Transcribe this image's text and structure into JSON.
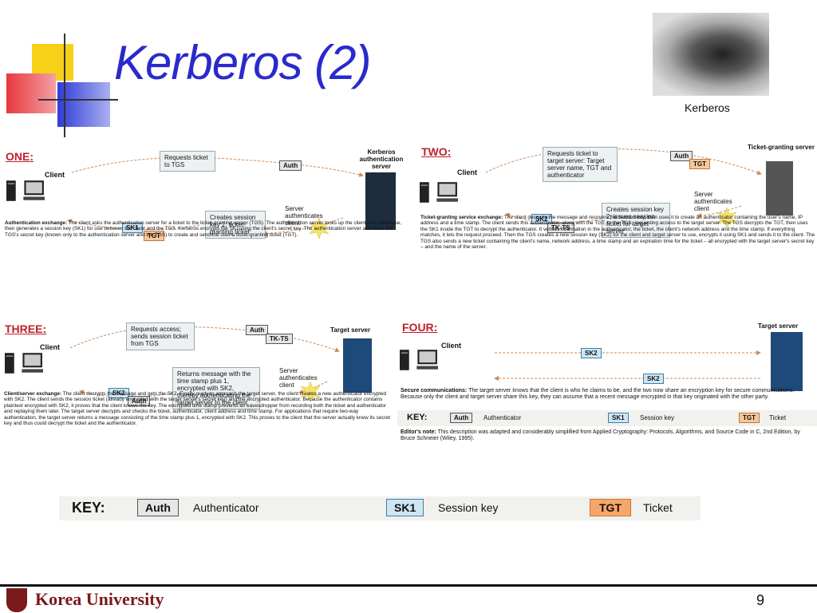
{
  "slide": {
    "title": "Kerberos (2)",
    "image_caption": "Kerberos",
    "footer": "Korea University",
    "page_number": "9"
  },
  "one": {
    "heading": "ONE:",
    "client": "Client",
    "request_note": "Requests ticket to TGS",
    "server_label": "Kerberos authentication server",
    "auth": "Auth",
    "server_auth": "Server authenticates client",
    "create_note": "Creates session key 1, ticket-granting ticket",
    "sk1": "SK1",
    "tgt": "TGT",
    "desc_title": "Authentication exchange:",
    "desc": "The client asks the authentication server for a ticket to the ticket-granting server (TGS). The authentication server looks up the client in its database, then generates a session key (SK1) for use between the client and the TGS. Kerberos encrypts the SK1using the client's secret key. The authentication server also uses the TGS's secret key (known only to the authentication server and the TGS) to create and send the user a ticket-granting ticket (TGT)."
  },
  "two": {
    "heading": "TWO:",
    "client": "Client",
    "request_note": "Requests ticket to target server: Target server name, TGT and authenticator",
    "server_label": "Ticket-granting server",
    "auth": "Auth",
    "tgt": "TGT",
    "server_auth": "Server authenticates client",
    "create_note": "Creates session key 2; issues session ticket for target server",
    "sk2": "SK2",
    "tkts": "TK-TS",
    "desc_title": "Ticket-granting service exchange:",
    "desc": "The client decrypts the message and recovers the session key, then uses it to create an authenticator containing the user's name, IP address and a time stamp. The client sends this authenticator, along with the TGT, to the TGS, requesting access to the target server. The TGS decrypts the TGT, then uses the SK1 inside the TGT to decrypt the authenticator. It verifies information in the authenticator, the ticket, the client's network address and the time stamp. If everything matches, it lets the request proceed. Then the TGS creates a new session key (SK2) for the client and target server to use, encrypts it using SK1 and sends it to the client. The TGS also sends a new ticket containing the client's name, network address, a time stamp and an expiration time for the ticket – all encrypted with the target server's secret key – and the name of the server."
  },
  "three": {
    "heading": "THREE:",
    "client": "Client",
    "request_note": "Requests access; sends session ticket from TGS",
    "server_label": "Target server",
    "auth": "Auth",
    "tkts": "TK-TS",
    "server_auth": "Server authenticates client",
    "return_note": "Returns message with the time stamp plus 1, encrypted with SK2, thereby authenticating the target server to the client",
    "sk2": "SK2",
    "auth2": "Auth",
    "desc_title": "Client/server exchange:",
    "desc": "The client decrypts the message and gets the SK2. Finally ready to approach the target server, the client creates a new authenticator encrypted with SK2. The client sends the session ticket (already encrypted with the target server's secret key) and the encrypted authenticator. Because the authenticator contains plaintext encrypted with SK2, it proves that the client knows the key. The encrypted time stamp prevents an eavesdropper from recording both the ticket and authenticator and replaying them later. The target server decrypts and checks the ticket, authenticator, client address and time stamp. For applications that require two-way authentication, the target server returns a message consisting of the time stamp plus 1, encrypted with SK2. This proves to the client that the server actually knew its secret key and thus could decrypt the ticket and the authenticator."
  },
  "four": {
    "heading": "FOUR:",
    "client": "Client",
    "server_label": "Target server",
    "sk2a": "SK2",
    "sk2b": "SK2",
    "desc_title": "Secure communications:",
    "desc": "The target server knows that the client is who he claims to be, and the two now share an encryption key for secure communications. Because only the client and target server share this key, they can assume that a recent message encrypted in that key originated with the other party.",
    "key_label": "KEY:",
    "key_auth": "Auth",
    "key_auth_text": "Authenticator",
    "key_sk1": "SK1",
    "key_sk1_text": "Session key",
    "key_tgt": "TGT",
    "key_tgt_text": "Ticket",
    "editor_title": "Editor's note:",
    "editor_text": "This description was adapted and considerably simplified from Applied Cryptography: Protocols, Algorithms, and Source Code in C, 2nd Edition, by Bruce Schneier (Wiley, 1995)."
  },
  "key": {
    "label": "KEY:",
    "auth": "Auth",
    "auth_text": "Authenticator",
    "sk1": "SK1",
    "sk1_text": "Session key",
    "tgt": "TGT",
    "tgt_text": "Ticket"
  }
}
